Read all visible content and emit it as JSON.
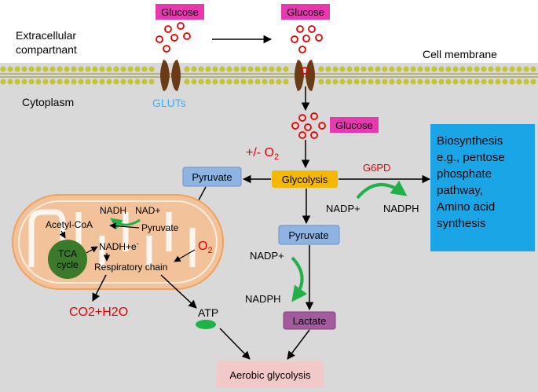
{
  "labels": {
    "extracellular_line1": "Extracellular",
    "extracellular_line2": "compartnant",
    "cell_membrane": "Cell membrane",
    "cytoplasm": "Cytoplasm",
    "gluts": "GLUTs",
    "glucose_left": "Glucose",
    "glucose_right": "Glucose",
    "glucose_inside": "Glucose",
    "o2_plusminus": "+/- O",
    "o2_plusminus_sub": "2",
    "glycolysis": "Glycolysis",
    "g6pd": "G6PD",
    "nadp_top": "NADP+",
    "nadph_top": "NADPH",
    "pyruvate_left": "Pyruvate",
    "pyruvate_mid": "Pyruvate",
    "nadp_mid": "NADP+",
    "nadph_mid": "NADPH",
    "lactate": "Lactate",
    "aerobic_glycolysis": "Aerobic glycolysis",
    "atp": "ATP",
    "co2_h2o": "CO2+H2O",
    "biosynthesis_lines": [
      "Biosynthesis",
      "e.g., pentose",
      "phosphate",
      "pathway,",
      "Amino acid",
      "synthesis"
    ],
    "mito_nadh": "NADH",
    "mito_nadplus": "NAD+",
    "mito_acetylcoa": "Acetyl-CoA",
    "mito_pyruvate": "Pyruvate",
    "mito_tca_line1": "TCA",
    "mito_tca_line2": "cycle",
    "mito_nadh_e": "NADH+e",
    "mito_nadh_e_sup": "-",
    "mito_resp_chain": "Respiratory chain",
    "mito_o2": "O",
    "mito_o2_sub": "2"
  },
  "colors": {
    "glucose_box": "#e639b0",
    "glycolysis_box": "#f5b800",
    "pyruvate_box": "#8eb4e3",
    "lactate_box": "#a35a9e",
    "aerobic_box": "#f2c8c8",
    "biosynthesis_box": "#1aa6e6",
    "membrane_bead": "#c4c43a",
    "transporter": "#6b3b16",
    "gluts_text": "#33b4ff",
    "red_text": "#e60000",
    "mito_fill": "#f2c29a",
    "tca": "#3b7a2a",
    "green_arrow": "#22b04b",
    "cytoplasm_bg": "#d9d9d9"
  }
}
